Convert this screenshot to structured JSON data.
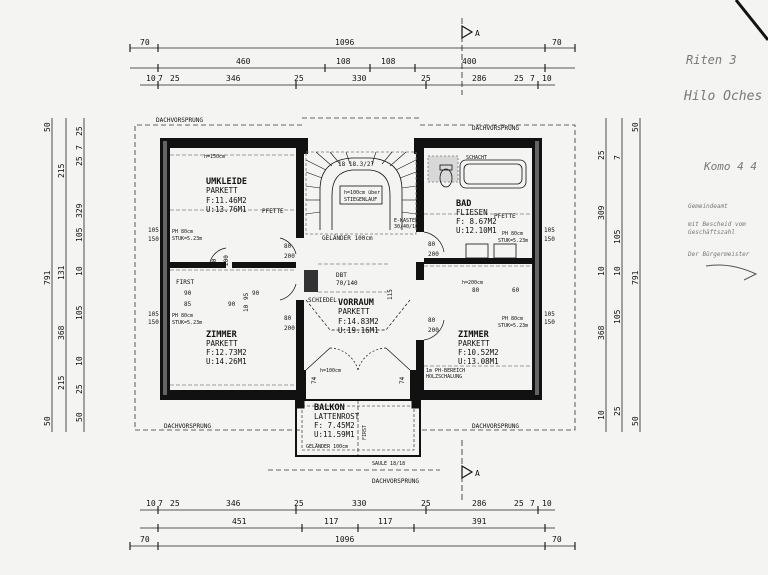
{
  "dimensions": {
    "top_overall": [
      "70",
      "1096",
      "70"
    ],
    "top_middle": [
      "460",
      "108",
      "108",
      "400"
    ],
    "top_bottom": [
      "10",
      "7",
      "25",
      "346",
      "25",
      "330",
      "25",
      "286",
      "25",
      "7",
      "10"
    ],
    "bottom_top": [
      "10",
      "7",
      "25",
      "346",
      "25",
      "330",
      "25",
      "286",
      "25",
      "7",
      "10"
    ],
    "bottom_middle": [
      "451",
      "117",
      "117",
      "391"
    ],
    "bottom_overall": [
      "70",
      "1096",
      "70"
    ],
    "left_outer": "791",
    "left_mid": [
      "215",
      "131",
      "368",
      "215"
    ],
    "left_inner": [
      "50",
      "105",
      "10",
      "105",
      "10",
      "105",
      "215",
      "50"
    ],
    "left_misc": [
      "25",
      "7",
      "25",
      "329",
      "105",
      "25",
      "50"
    ],
    "right_mid": [
      "309",
      "368",
      "791"
    ],
    "right_inner": [
      "50",
      "105",
      "105",
      "105",
      "10",
      "10",
      "105",
      "50"
    ],
    "right_misc": [
      "25",
      "10",
      "7",
      "25",
      "7",
      "10"
    ]
  },
  "section_marker": "A",
  "rooms": {
    "umkleide": {
      "name": "UMKLEIDE",
      "floor": "PARKETT",
      "area": "F:11.46M2",
      "perimeter": "U:13.76M1"
    },
    "bad": {
      "name": "BAD",
      "floor": "FLIESEN",
      "area": "F: 8.67M2",
      "perimeter": "U:12.10M1"
    },
    "vorraum": {
      "name": "VORRAUM",
      "floor": "PARKETT",
      "area": "F:14.83M2",
      "perimeter": "U:19.16M1"
    },
    "zimmer_left": {
      "name": "ZIMMER",
      "floor": "PARKETT",
      "area": "F:12.73M2",
      "perimeter": "U:14.26M1"
    },
    "zimmer_right": {
      "name": "ZIMMER",
      "floor": "PARKETT",
      "area": "F:10.52M2",
      "perimeter": "U:13.08M1"
    },
    "balkon": {
      "name": "BALKON",
      "floor": "LATTENROST",
      "area": "F: 7.45M2",
      "perimeter": "U:11.59M1"
    }
  },
  "labels": {
    "dachvorsprung": "DACHVORSPRUNG",
    "pfette": "PFETTE",
    "gelaender": "GELÄNDER 100cm",
    "stair": "18 18.3/27",
    "stair_note1": "h=100cm über",
    "stair_note2": "STIEGENLAUF",
    "schacht": "SCHACHT",
    "ekasten": "E-KASTEN",
    "ekasten_dim": "30/40/10",
    "schiedel": "SCHIEDEL",
    "dbt": "DBT",
    "dbt_dim": "70/140",
    "first": "FIRST",
    "saeule": "SAULE 18/18",
    "ph_bereich": "1m PH-BEREICH",
    "holzschalung": "HOLZSCHALUNG",
    "ph_80": "PH 80cm",
    "stuk": "STUK=5.23m",
    "h150": "h=150cm",
    "h200": "h=200cm",
    "h100": "h=100cm"
  },
  "door_dims": {
    "d80": "80",
    "d200": "200",
    "d90": "90",
    "d85": "85",
    "d95": "95",
    "d10": "10",
    "d74": "74",
    "d60": "60",
    "d115": "115",
    "d150": "150",
    "d105": "105"
  },
  "handwriting": {
    "lines": [
      "Riten 3",
      "Hilo Oches",
      "Komo 4 4"
    ],
    "stamp_lines": [
      "Gemeindeamt",
      "mit Bescheid vom",
      "Geschäftszahl",
      "Der Bürgermeister"
    ]
  }
}
